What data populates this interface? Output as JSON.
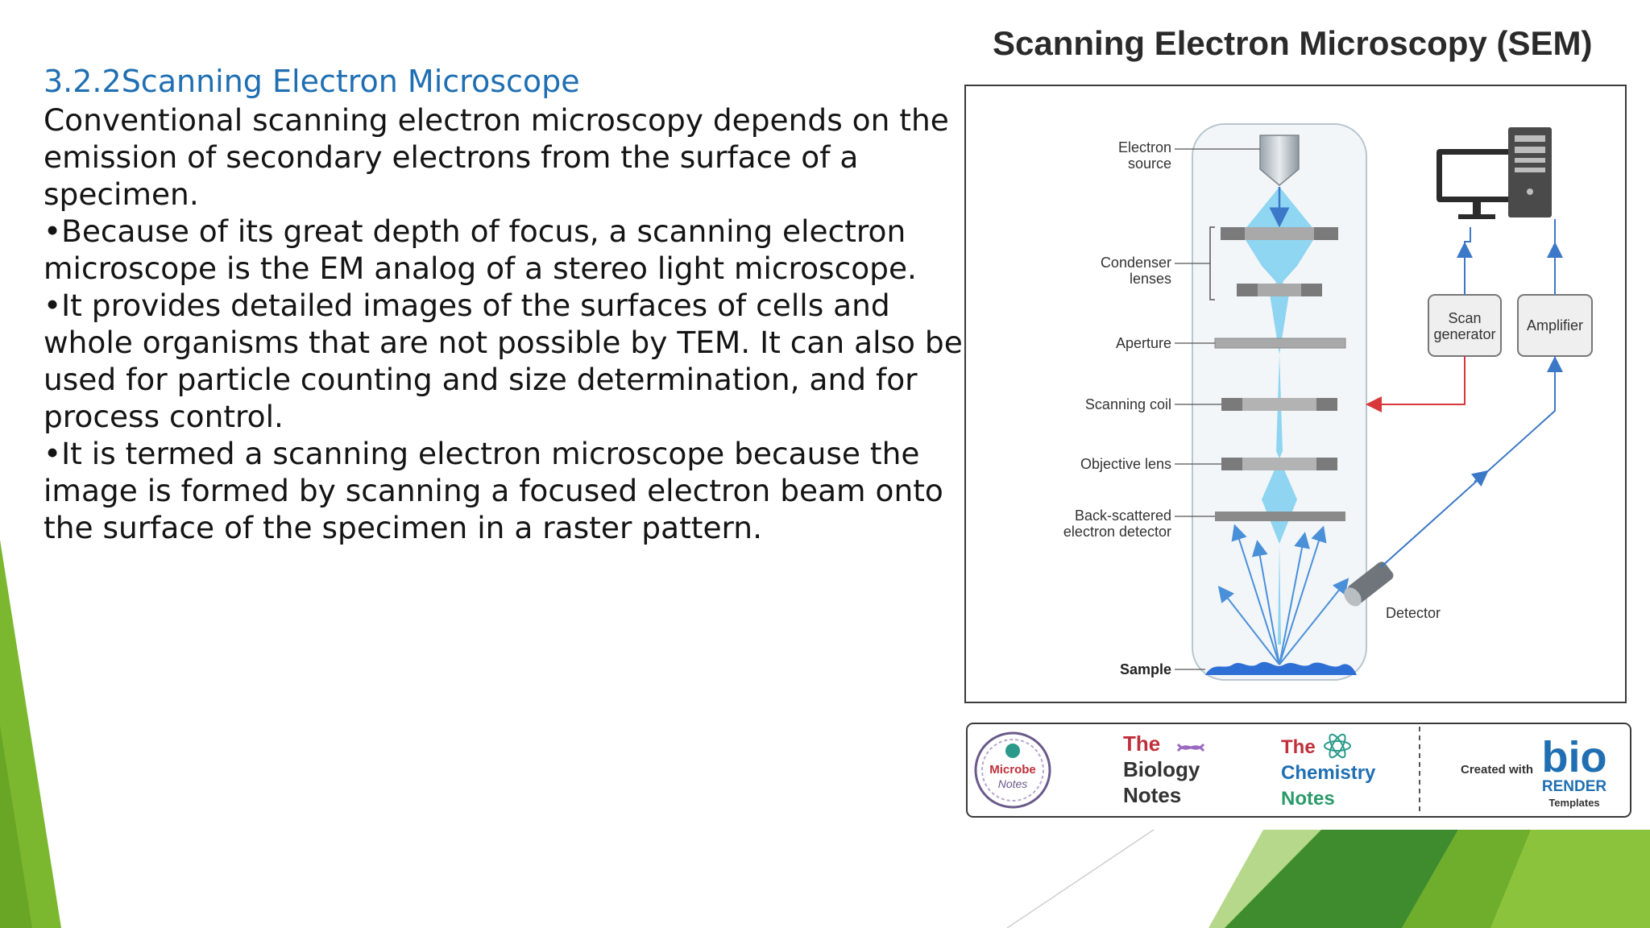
{
  "slide": {
    "heading": "3.2.2Scanning Electron Microscope",
    "paragraphs": [
      "Conventional scanning electron microscopy depends on the emission of secondary electrons from the surface of a specimen.",
      "•Because of its great depth of focus, a scanning electron microscope is the EM analog of a stereo light microscope.",
      "•It provides detailed images of the surfaces of cells and whole organisms that are not possible by TEM. It can also be used for particle counting and size determination, and for process control.",
      "•It is termed a scanning electron microscope because the image is formed by scanning a focused electron beam onto the surface of the specimen in a raster pattern."
    ]
  },
  "diagram": {
    "title": "Scanning Electron Microscopy (SEM)",
    "labels": {
      "electron_source_1": "Electron",
      "electron_source_2": "source",
      "condenser_1": "Condenser",
      "condenser_2": "lenses",
      "aperture": "Aperture",
      "scanning_coil": "Scanning coil",
      "objective_lens": "Objective lens",
      "backscatter_1": "Back-scattered",
      "backscatter_2": "electron detector",
      "sample": "Sample",
      "detector": "Detector",
      "scan_generator_1": "Scan",
      "scan_generator_2": "generator",
      "amplifier": "Amplifier"
    }
  },
  "footer": {
    "microbe_1": "Microbe",
    "microbe_2": "Notes",
    "biology_the": "The",
    "biology_1": "Biology",
    "biology_2": "Notes",
    "chemistry_the": "The",
    "chemistry_1": "Chemistry",
    "chemistry_2": "Notes",
    "created_with": "Created with",
    "bio": "bio",
    "render": "RENDER",
    "templates": "Templates"
  },
  "colors": {
    "heading": "#1f6fb2",
    "accent_green": "#7cb82f",
    "beam_blue": "#6ec9ee",
    "signal_red": "#d9383a",
    "signal_blue": "#3c78c8"
  }
}
